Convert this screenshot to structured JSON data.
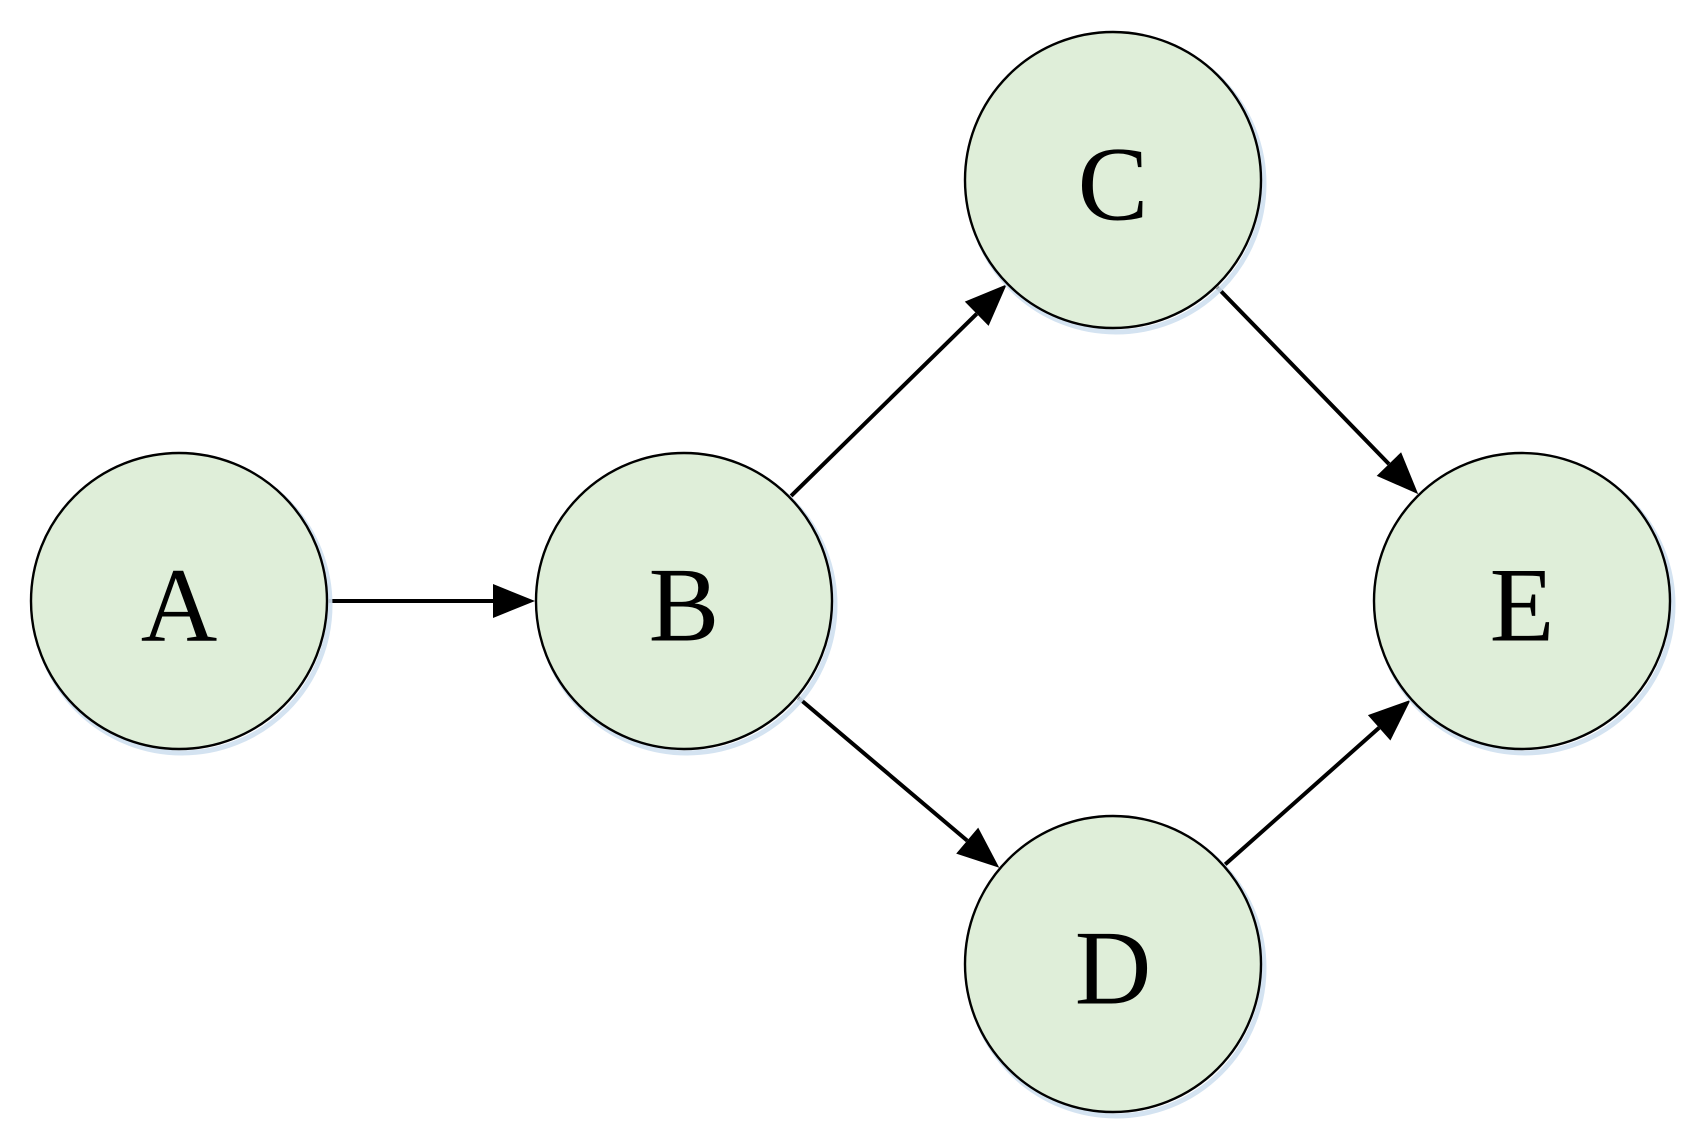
{
  "diagram": {
    "type": "directed-graph",
    "colors": {
      "node_fill": "#dfeed9",
      "node_stroke": "#000000",
      "edge": "#000000",
      "background": "#ffffff"
    },
    "nodes": [
      {
        "id": "A",
        "label": "A"
      },
      {
        "id": "B",
        "label": "B"
      },
      {
        "id": "C",
        "label": "C"
      },
      {
        "id": "D",
        "label": "D"
      },
      {
        "id": "E",
        "label": "E"
      }
    ],
    "edges": [
      {
        "from": "A",
        "to": "B"
      },
      {
        "from": "B",
        "to": "C"
      },
      {
        "from": "B",
        "to": "D"
      },
      {
        "from": "C",
        "to": "E"
      },
      {
        "from": "D",
        "to": "E"
      }
    ]
  }
}
